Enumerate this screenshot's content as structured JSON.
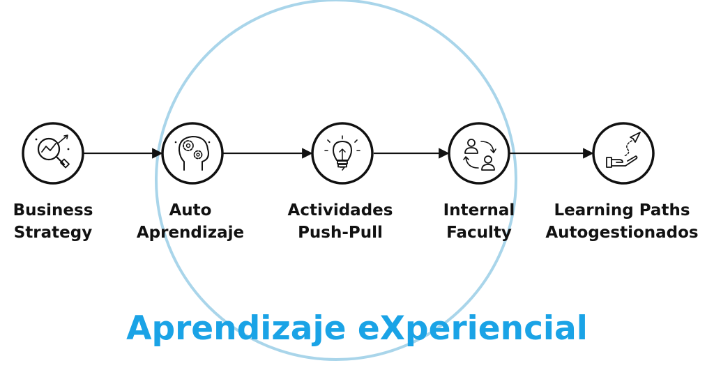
{
  "colors": {
    "ring": "#a9d5ea",
    "title": "#1aa3e6",
    "stroke": "#111111"
  },
  "steps": [
    {
      "id": "business-strategy",
      "icon": "magnifier-chart-icon",
      "line1": "Business",
      "line2": "Strategy"
    },
    {
      "id": "auto-aprendizaje",
      "icon": "head-gears-icon",
      "line1": "Auto",
      "line2": "Aprendizaje"
    },
    {
      "id": "actividades-push-pull",
      "icon": "lightbulb-icon",
      "line1": "Actividades",
      "line2": "Push-Pull"
    },
    {
      "id": "internal-faculty",
      "icon": "people-exchange-icon",
      "line1": "Internal",
      "line2": "Faculty"
    },
    {
      "id": "learning-paths",
      "icon": "hand-paper-plane-icon",
      "line1": "Learning Paths",
      "line2": "Autogestionados"
    }
  ],
  "footer": {
    "title": "Aprendizaje eXperiencial"
  }
}
